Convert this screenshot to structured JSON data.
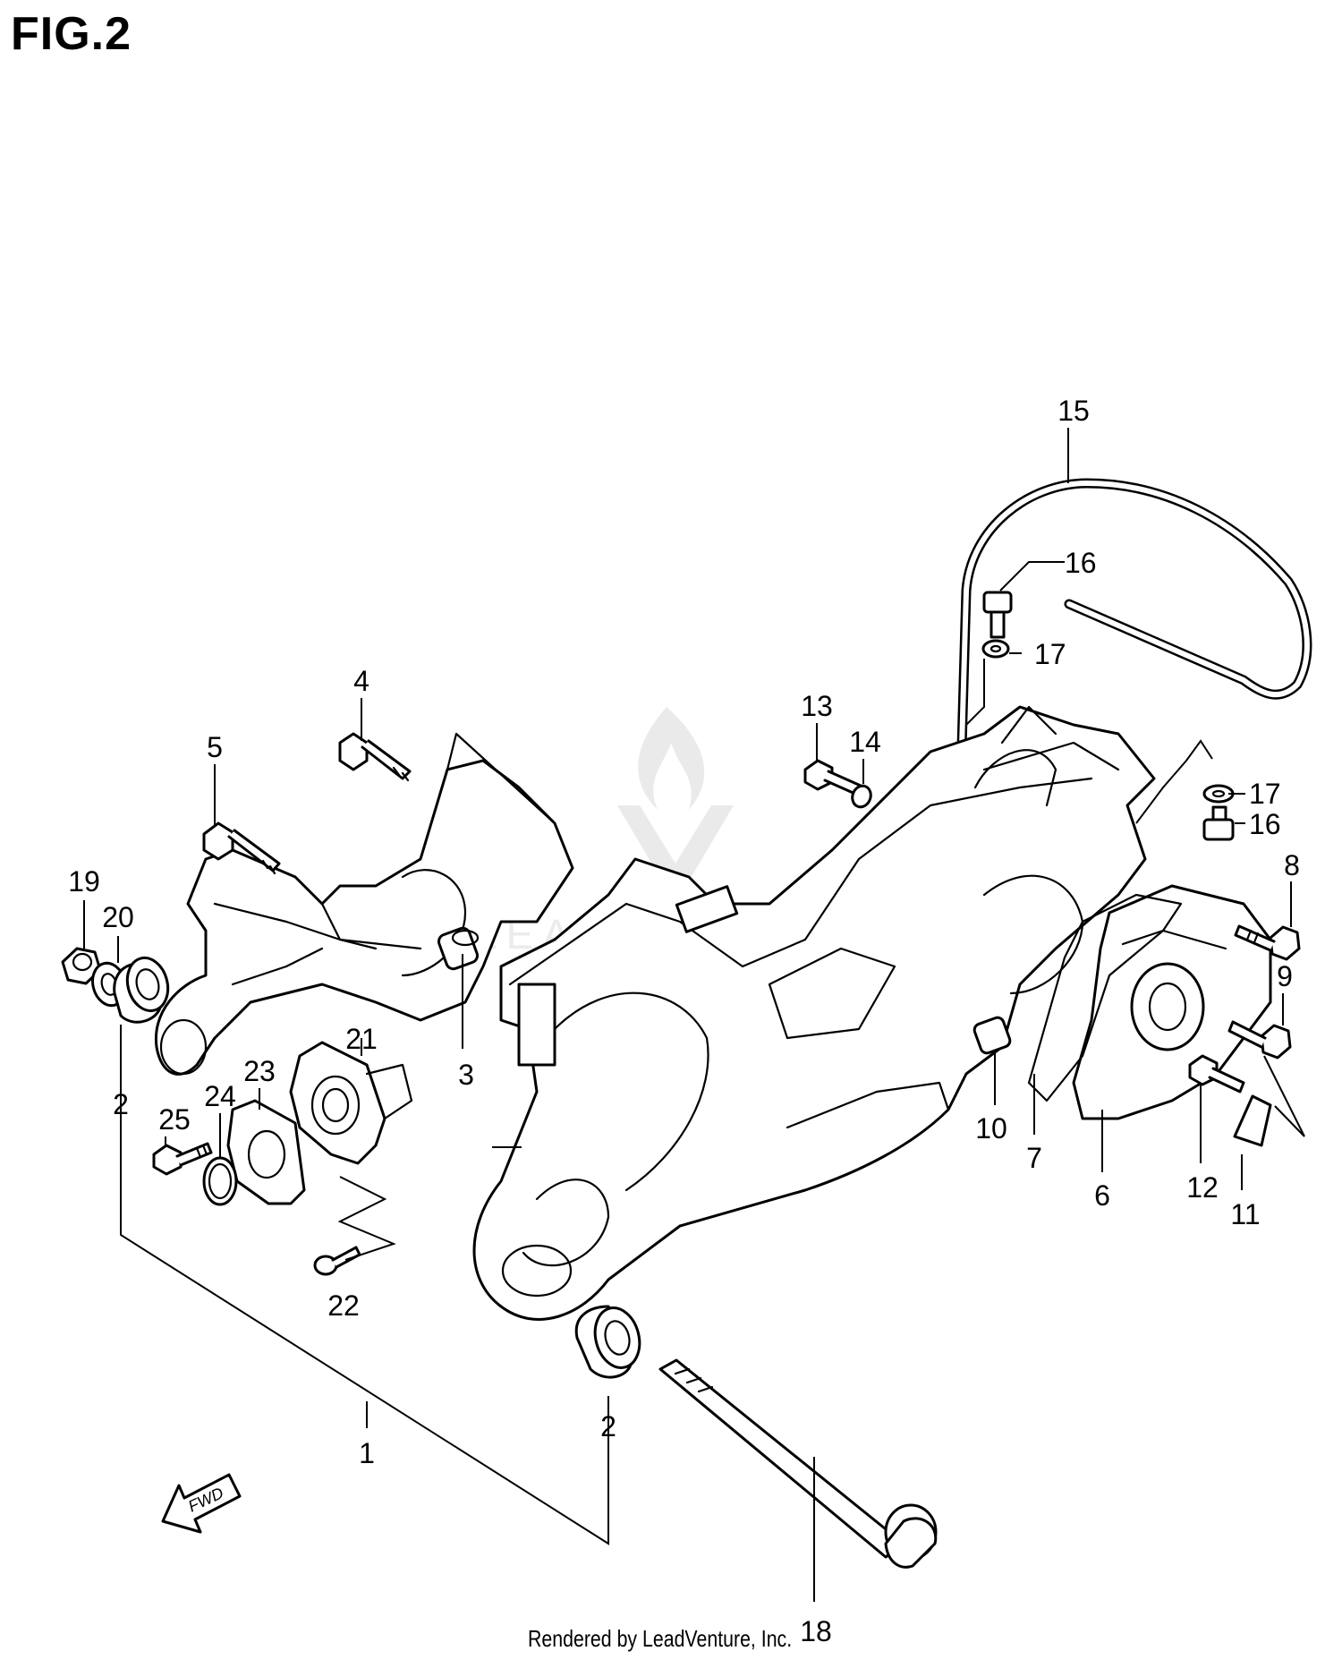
{
  "figure": {
    "title": "FIG.2",
    "footer": "Rendered by LeadVenture, Inc.",
    "watermark": "LEADVENTURE",
    "fwd_label": "FWD"
  },
  "callouts": {
    "c1": "1",
    "c2a": "2",
    "c2b": "2",
    "c3": "3",
    "c4": "4",
    "c5": "5",
    "c6": "6",
    "c7": "7",
    "c8": "8",
    "c9": "9",
    "c10": "10",
    "c11": "11",
    "c12": "12",
    "c13": "13",
    "c14": "14",
    "c15": "15",
    "c16a": "16",
    "c16b": "16",
    "c17a": "17",
    "c17b": "17",
    "c18": "18",
    "c19": "19",
    "c20": "20",
    "c21": "21",
    "c22": "22",
    "c23": "23",
    "c24": "24",
    "c25": "25"
  }
}
